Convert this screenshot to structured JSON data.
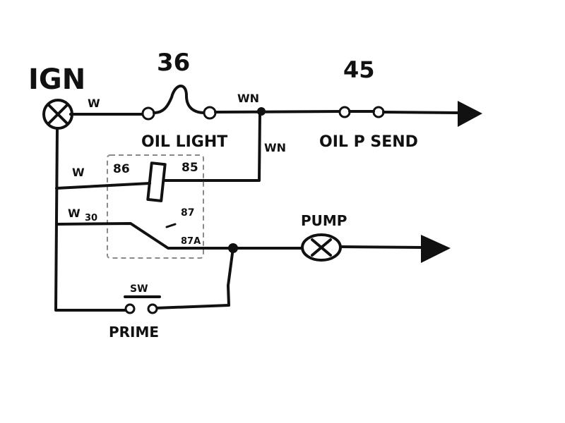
{
  "labels": {
    "ign": "IGN",
    "fuse_number": "36",
    "oil_light": "OIL LIGHT",
    "sender_number": "45",
    "oil_sender": "OIL P SEND",
    "pump": "PUMP",
    "prime": "PRIME",
    "switch": "SW"
  },
  "wire_colors": {
    "ign_out": "W",
    "oil_light_out": "WN",
    "coil_feed": "WN",
    "relay_86": "W",
    "relay_30": "W"
  },
  "relay_pins": {
    "p86": "86",
    "p85": "85",
    "p30": "30",
    "p87": "87",
    "p87a": "87A"
  },
  "colors": {
    "ink": "#111111",
    "relay_box": "#8a8a8a",
    "background": "#ffffff"
  }
}
